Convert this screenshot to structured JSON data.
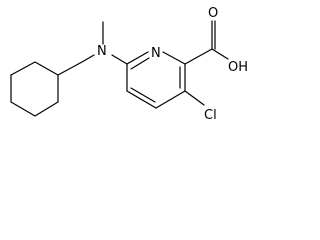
{
  "molecule": {
    "atoms": {
      "ring_nitrogen": "N",
      "amine_nitrogen": "N",
      "hydroxyl": "OH",
      "oxygen": "O",
      "chlorine": "Cl"
    }
  },
  "colors": {
    "bond": "#000000",
    "label": "#000000",
    "background": "#ffffff"
  }
}
